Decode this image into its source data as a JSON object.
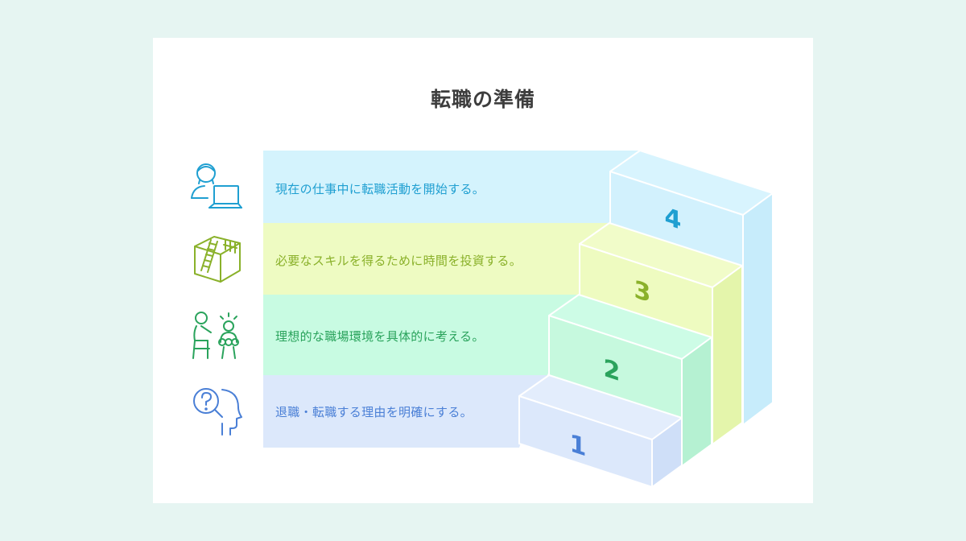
{
  "title": "転職の準備",
  "steps": [
    {
      "number": "1",
      "text": "退職・転職する理由を明確にする。",
      "icon": "question-head-icon",
      "color": "#4a7fd6",
      "band": "#dce8fb"
    },
    {
      "number": "2",
      "text": "理想的な職場環境を具体的に考える。",
      "icon": "team-meeting-icon",
      "color": "#2aa35c",
      "band": "#c8fbe2"
    },
    {
      "number": "3",
      "text": "必要なスキルを得るために時間を投資する。",
      "icon": "ladder-box-icon",
      "color": "#8ab12a",
      "band": "#eefbc2"
    },
    {
      "number": "4",
      "text": "現在の仕事中に転職活動を開始する。",
      "icon": "person-laptop-icon",
      "color": "#1f9fd1",
      "band": "#d4f3fd"
    }
  ]
}
